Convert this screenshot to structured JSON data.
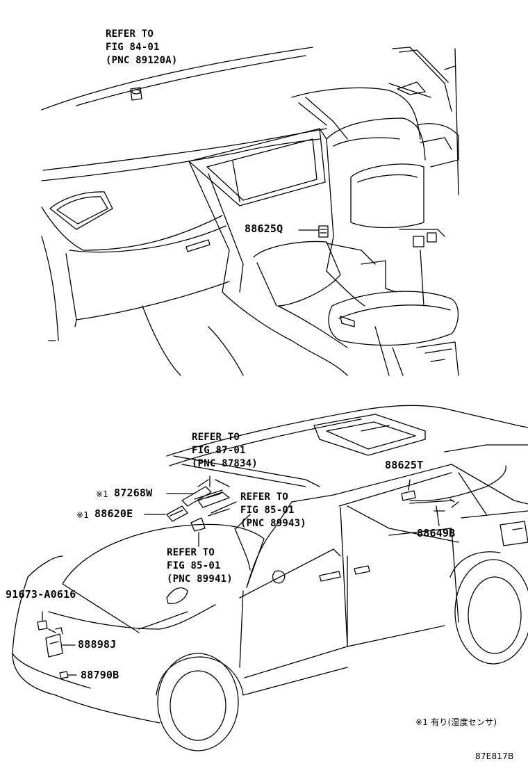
{
  "top": {
    "ref_fig84": {
      "line1": "REFER TO",
      "line2": "FIG 84-01",
      "line3": "(PNC 89120A)"
    },
    "part_88625Q": "88625Q"
  },
  "bottom": {
    "ref_fig87": {
      "line1": "REFER TO",
      "line2": "FIG 87-01",
      "line3": "(PNC 87834)"
    },
    "ref_fig85_a": {
      "line1": "REFER TO",
      "line2": "FIG 85-01",
      "line3": "(PNC 89943)"
    },
    "ref_fig85_b": {
      "line1": "REFER TO",
      "line2": "FIG 85-01",
      "line3": "(PNC 89941)"
    },
    "part_87268W": "87268W",
    "part_88620E": "88620E",
    "mark_87268W": "※1",
    "mark_88620E": "※1",
    "part_88625T": "88625T",
    "part_88649B": "88649B",
    "part_91673": "91673-A0616",
    "part_88898J": "88898J",
    "part_88790B": "88790B",
    "footnote": "※1 有り(湿度センサ)",
    "diagram_code": "87E817B"
  }
}
